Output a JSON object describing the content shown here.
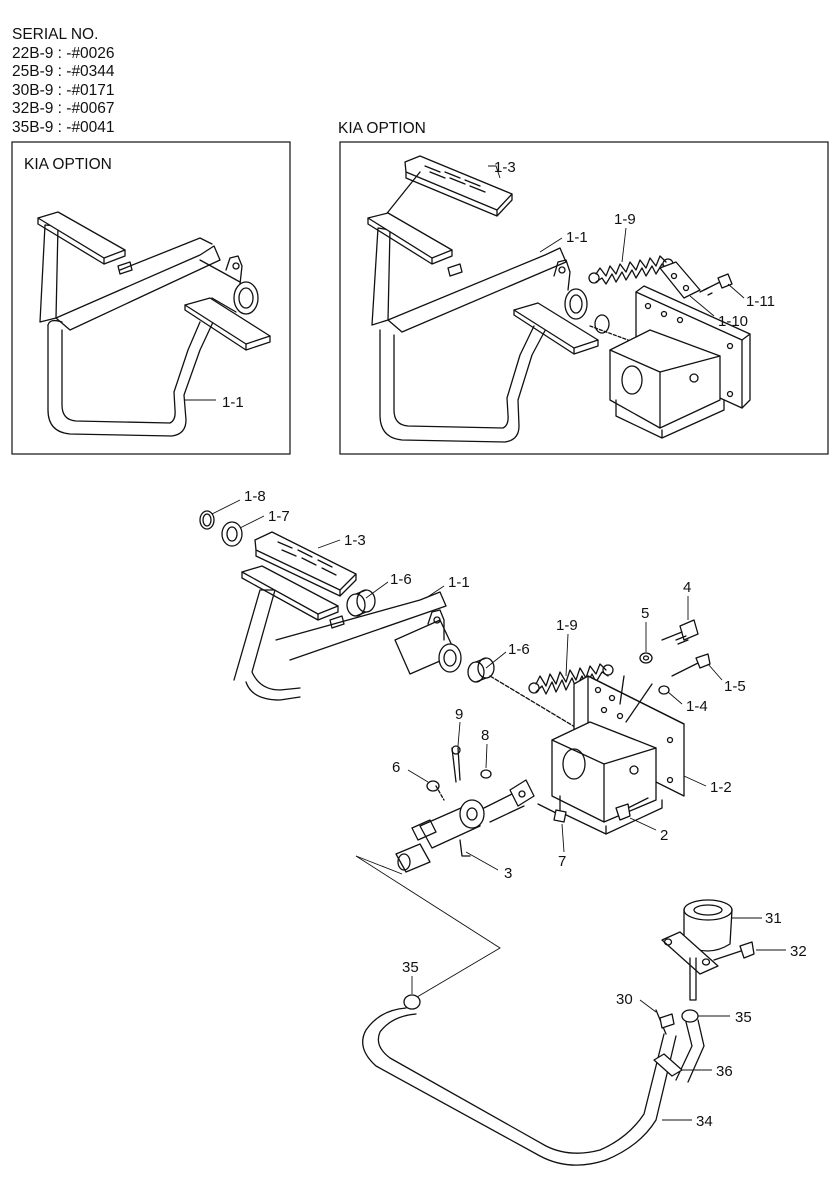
{
  "serial": {
    "title": "SERIAL NO.",
    "lines": [
      "22B-9 : -#0026",
      "25B-9 : -#0344",
      "30B-9 : -#0171",
      "32B-9 : -#0067",
      "35B-9 : -#0041"
    ]
  },
  "option_title_outer": "KIA OPTION",
  "option_title_left": "KIA OPTION",
  "callouts": {
    "left_1_1": "1-1",
    "right_1_3": "1-3",
    "right_1_1": "1-1",
    "right_1_9": "1-9",
    "right_1_11": "1-11",
    "right_1_10": "1-10",
    "m_1_8": "1-8",
    "m_1_7": "1-7",
    "m_1_3": "1-3",
    "m_1_6a": "1-6",
    "m_1_1": "1-1",
    "m_1_9": "1-9",
    "m_5": "5",
    "m_4": "4",
    "m_1_6b": "1-6",
    "m_1_5": "1-5",
    "m_1_4": "1-4",
    "m_9": "9",
    "m_8": "8",
    "m_6": "6",
    "m_1_2": "1-2",
    "m_2": "2",
    "m_7": "7",
    "m_3": "3",
    "m_31": "31",
    "m_32": "32",
    "m_35a": "35",
    "m_30": "30",
    "m_35b": "35",
    "m_36": "36",
    "m_34": "34"
  }
}
